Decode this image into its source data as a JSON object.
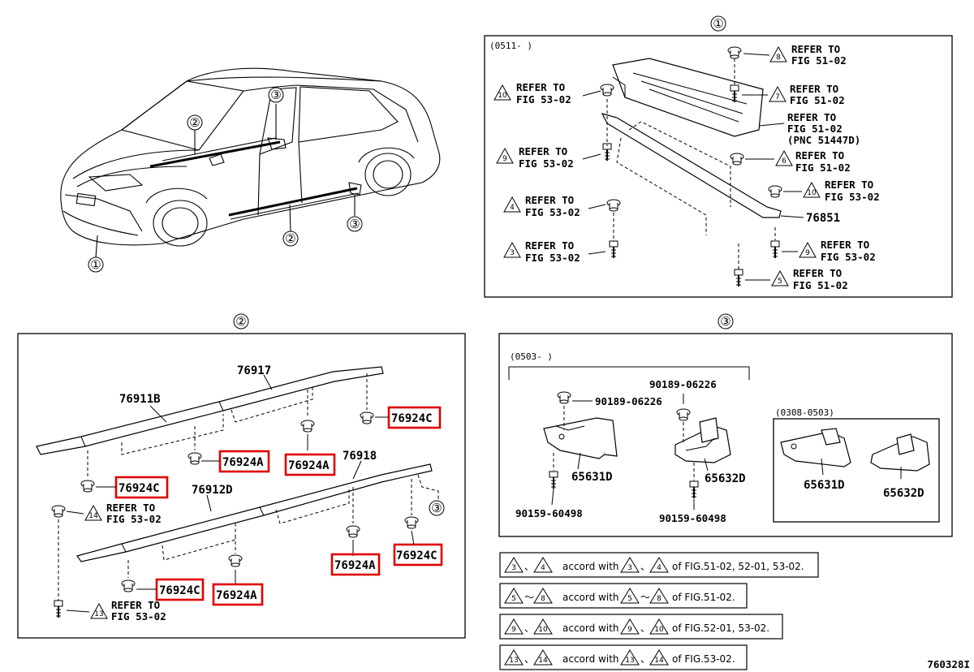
{
  "section_markers": {
    "one": "①",
    "two": "②",
    "three": "③"
  },
  "overview": {
    "callout_1": "①",
    "callout_2a": "②",
    "callout_2b": "②",
    "callout_3a": "③",
    "callout_3b": "③"
  },
  "panel1": {
    "date_range": "(0511-     )",
    "refs": [
      {
        "num": "8",
        "line1": "REFER TO",
        "line2": "FIG 51-02"
      },
      {
        "num": "10",
        "line1": "REFER TO",
        "line2": "FIG 53-02"
      },
      {
        "num": "7",
        "line1": "REFER TO",
        "line2": "FIG 51-02"
      },
      {
        "num": "9",
        "line1": "REFER TO",
        "line2": "FIG 53-02"
      },
      {
        "num": "6",
        "line1": "REFER TO",
        "line2": "FIG 51-02"
      },
      {
        "num": "4",
        "line1": "REFER TO",
        "line2": "FIG 53-02"
      },
      {
        "num": "10",
        "line1": "REFER TO",
        "line2": "FIG 53-02"
      },
      {
        "num": "3",
        "line1": "REFER TO",
        "line2": "FIG 53-02"
      },
      {
        "num": "9",
        "line1": "REFER TO",
        "line2": "FIG 53-02"
      },
      {
        "num": "5",
        "line1": "REFER TO",
        "line2": "FIG 51-02"
      }
    ],
    "ref_plain": {
      "line1": "REFER TO",
      "line2": "FIG 51-02",
      "line3": "(PNC 51447D)"
    },
    "part_76851": "76851"
  },
  "panel2": {
    "parts": {
      "p76917": "76917",
      "p76911B": "76911B",
      "p76918": "76918",
      "p76912D": "76912D"
    },
    "highlighted": [
      "76924C",
      "76924A",
      "76924A",
      "76924C",
      "76924C",
      "76924A",
      "76924C",
      "76924A"
    ],
    "refs": [
      {
        "num": "14",
        "line1": "REFER TO",
        "line2": "FIG 53-02"
      },
      {
        "num": "13",
        "line1": "REFER TO",
        "line2": "FIG 53-02"
      }
    ],
    "callout_3": "③"
  },
  "panel3": {
    "date_range_a": "(0503-     )",
    "date_range_b": "(0308-0503)",
    "labels": {
      "a": "90189-06226",
      "b": "90189-06226",
      "c": "65631D",
      "d": "65632D",
      "e": "90159-60498",
      "f": "90159-60498",
      "g": "65631D",
      "h": "65632D"
    }
  },
  "notes": [
    {
      "t1": "3",
      "t2": "4",
      "sep": "、",
      "mid": "accord with",
      "t3": "3",
      "t4": "4",
      "sep2": "、",
      "tail": "of FIG.51-02, 52-01, 53-02."
    },
    {
      "t1": "5",
      "t2": "8",
      "sep": "〜",
      "mid": "accord with",
      "t3": "5",
      "t4": "8",
      "sep2": "〜",
      "tail": "of FIG.51-02."
    },
    {
      "t1": "9",
      "t2": "10",
      "sep": "、",
      "mid": "accord with",
      "t3": "9",
      "t4": "10",
      "sep2": "、",
      "tail": "of FIG.52-01, 53-02."
    },
    {
      "t1": "13",
      "t2": "14",
      "sep": "、",
      "mid": "accord with",
      "t3": "13",
      "t4": "14",
      "sep2": "、",
      "tail": "of FIG.53-02."
    }
  ],
  "figure_id": "760328I",
  "colors": {
    "highlight": "#e00000",
    "line": "#000000"
  }
}
